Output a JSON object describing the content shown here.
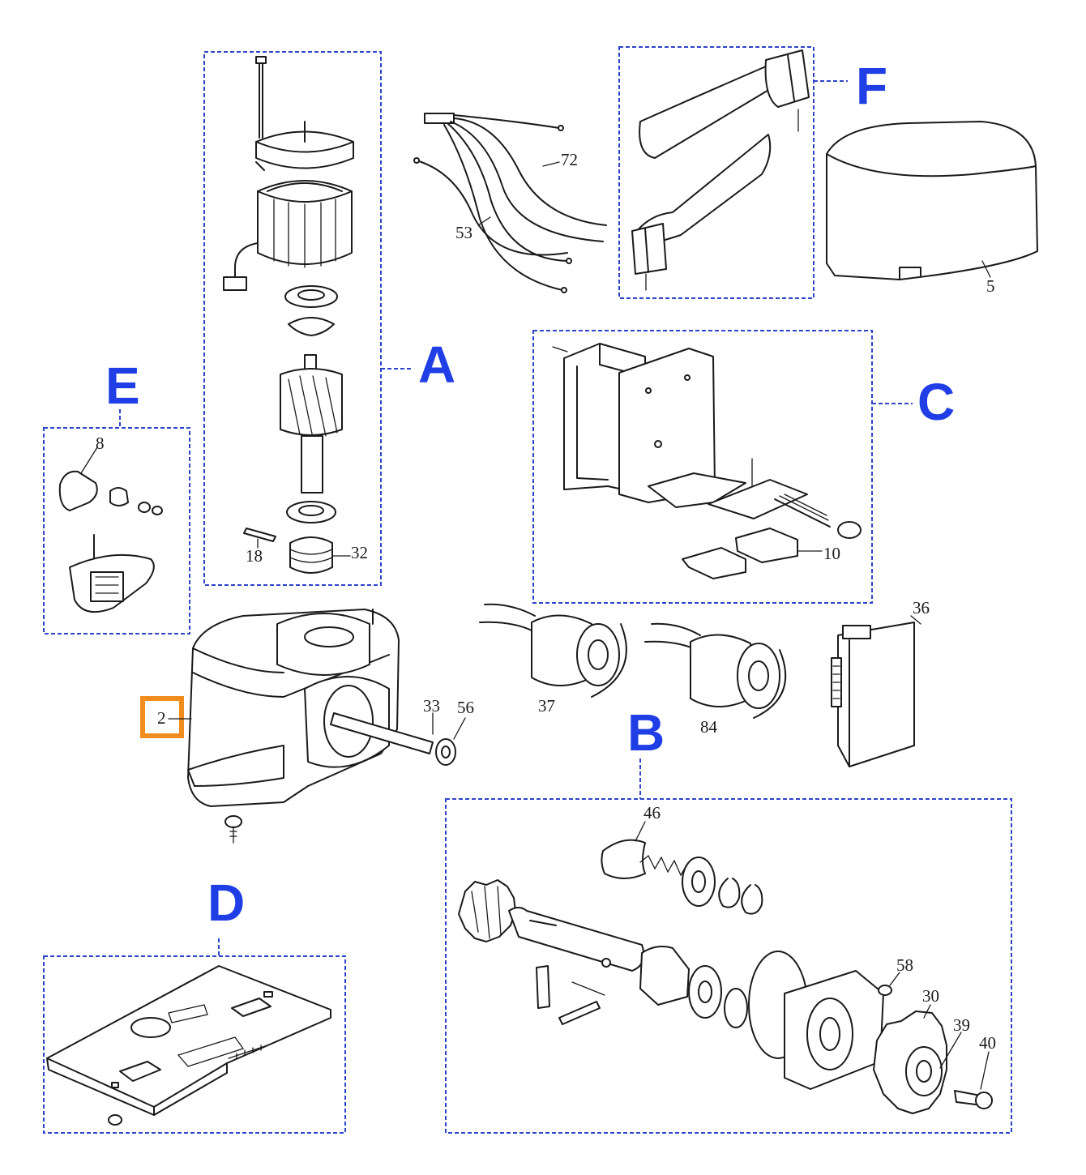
{
  "groups": {
    "A": "A",
    "B": "B",
    "C": "C",
    "D": "D",
    "E": "E",
    "F": "F"
  },
  "parts": {
    "p2": "2",
    "p5": "5",
    "p8": "8",
    "p10": "10",
    "p18": "18",
    "p30": "30",
    "p32": "32",
    "p33": "33",
    "p36": "36",
    "p37": "37",
    "p39": "39",
    "p40": "40",
    "p46": "46",
    "p53": "53",
    "p56": "56",
    "p58": "58",
    "p72": "72",
    "p84": "84"
  },
  "highlight": {
    "part": "2",
    "color": "#f28c1c"
  },
  "colors": {
    "group_label": "#1f3ee6",
    "group_box": "#2b44c8",
    "drawing": "#1a1a1a"
  }
}
